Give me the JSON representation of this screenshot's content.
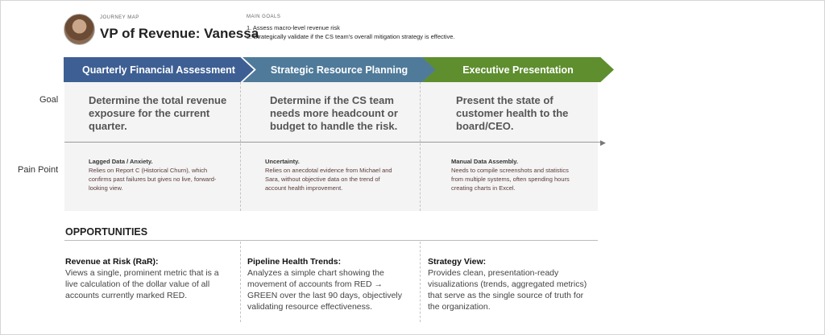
{
  "header": {
    "eyebrow": "JOURNEY MAP",
    "title": "VP of Revenue: Vanessa",
    "goals_label": "MAIN GOALS",
    "goals": [
      "1. Assess macro-level revenue risk",
      "2. Strategically validate if the CS team's overall mitigation strategy is effective."
    ]
  },
  "stages": [
    {
      "label": "Quarterly Financial Assessment",
      "color": "#3d5f93"
    },
    {
      "label": "Strategic Resource Planning",
      "color": "#4f7a9a"
    },
    {
      "label": "Executive Presentation",
      "color": "#5e8e2e"
    }
  ],
  "row_labels": {
    "goal": "Goal",
    "pain": "Pain Point"
  },
  "goals_row": [
    "Determine the total revenue exposure for the current quarter.",
    "Determine if the CS team needs more headcount or budget to handle the risk.",
    "Present the state of customer health to the board/CEO."
  ],
  "pain_points": [
    {
      "title": "Lagged Data / Anxiety.",
      "body": "Relies on Report C (Historical Churn), which confirms past failures but gives no live, forward-looking view."
    },
    {
      "title": "Uncertainty.",
      "body": "Relies on anecdotal evidence from Michael and Sara, without objective data on the trend of account health improvement."
    },
    {
      "title": "Manual Data Assembly.",
      "body": "Needs to compile screenshots and statistics from multiple systems, often spending hours creating charts in Excel."
    }
  ],
  "opportunities": {
    "heading": "OPPORTUNITIES",
    "items": [
      {
        "title": "Revenue at Risk (RaR):",
        "body": "Views a single, prominent metric that is a live calculation of the dollar value of all accounts currently marked RED."
      },
      {
        "title": "Pipeline Health Trends:",
        "body": "Analyzes a simple chart showing the movement of accounts from RED → GREEN over the last 90 days, objectively validating resource effectiveness."
      },
      {
        "title": "Strategy View:",
        "body": "Provides clean, presentation-ready visualizations (trends, aggregated metrics) that serve as the single source of truth for the organization."
      }
    ]
  }
}
